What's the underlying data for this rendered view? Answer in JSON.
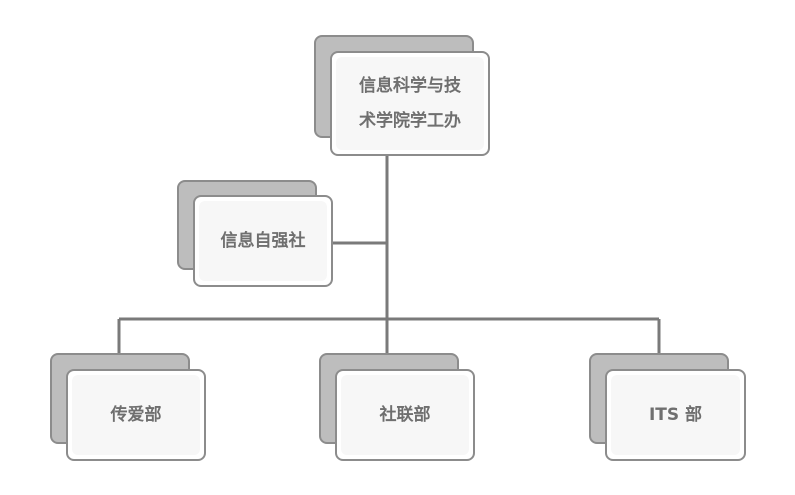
{
  "colors": {
    "line": "#7a7a7a",
    "shadow": "#bdbdbd",
    "border": "#8c8c8c",
    "text": "#6f6f6f"
  },
  "nodes": {
    "root": {
      "line1": "信息科学与技",
      "line2": "术学院学工办"
    },
    "side": {
      "label": "信息自强社"
    },
    "dept1": {
      "label": "传爱部"
    },
    "dept2": {
      "label": "社联部"
    },
    "dept3": {
      "label": "ITS 部"
    }
  }
}
